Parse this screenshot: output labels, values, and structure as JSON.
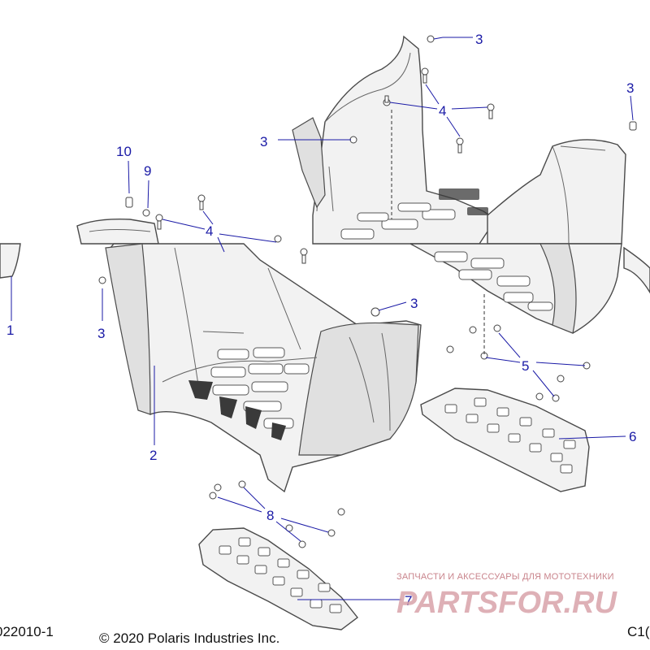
{
  "diagram": {
    "callouts": {
      "c1": "1",
      "c2": "2",
      "c3a": "3",
      "c3b": "3",
      "c3c": "3",
      "c3d": "3",
      "c3e": "3",
      "c4a": "4",
      "c4b": "4",
      "c5": "5",
      "c6": "6",
      "c7": "7",
      "c8": "8",
      "c9": "9",
      "c10": "10"
    }
  },
  "footer": {
    "doc_id": "022010-1",
    "copyright": "© 2020 Polaris Industries Inc.",
    "page_code": "C1("
  },
  "watermark": {
    "tagline": "ЗАПЧАСТИ И АКСЕССУАРЫ ДЛЯ МОТОТЕХНИКИ",
    "logo_text": "PARTSFOR.RU",
    "color": "#d9a3aa"
  },
  "colors": {
    "callout": "#1a1aa6",
    "line_art": "#4a4a4a",
    "part_fill": "#f2f2f2"
  }
}
